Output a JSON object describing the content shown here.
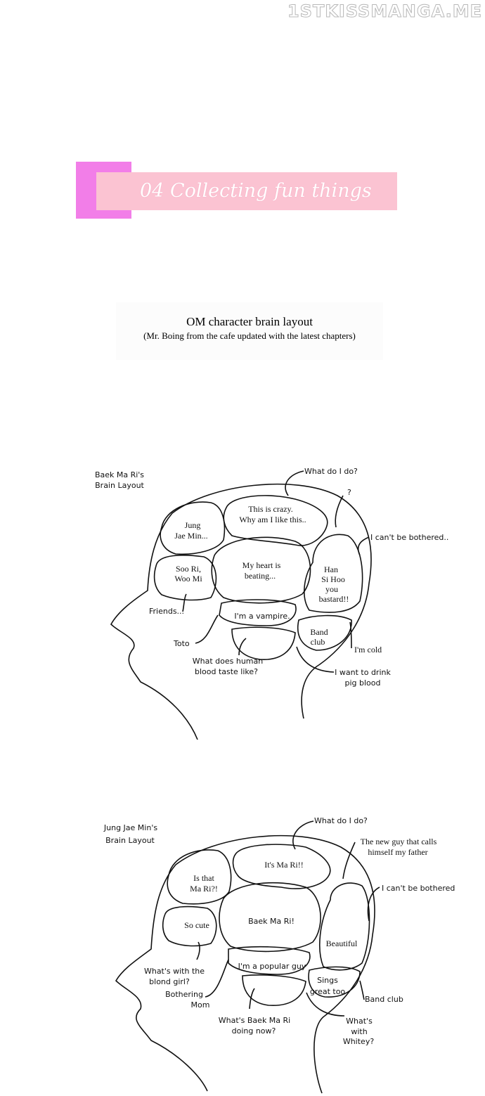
{
  "watermark": "1STKISSMANGA.ME",
  "banner": {
    "title": "04 Collecting fun things"
  },
  "intro": {
    "title": "OM character brain layout",
    "subtitle": "(Mr. Boing from the cafe updated with the latest chapters)"
  },
  "diagram1": {
    "heading_line1": "Baek Ma Ri's",
    "heading_line2": "Brain Layout",
    "lobes": {
      "top_l1": "This is crazy.",
      "top_l2": "Why am I like this..",
      "left_l1": "Jung",
      "left_l2": "Jae Min...",
      "friends_l1": "Soo Ri,",
      "friends_l2": "Woo Mi",
      "center_l1": "My heart is",
      "center_l2": "beating...",
      "right_l1": "Han",
      "right_l2": "Si Hoo",
      "right_l3": "you",
      "right_l4": "bastard!!",
      "vamp": "I'm a vampire.",
      "band_l1": "Band",
      "band_l2": "club"
    },
    "callouts": {
      "what_do_i_do": "What do I do?",
      "question": "?",
      "cant_be_bothered": "I can't be bothered..",
      "friends": "Friends...",
      "toto": "Toto",
      "blood_l1": "What does human",
      "blood_l2": "blood taste like?",
      "cold": "I'm cold",
      "pig_l1": "I want to drink",
      "pig_l2": "pig blood"
    }
  },
  "diagram2": {
    "heading_line1": "Jung Jae Min's",
    "heading_line2": "Brain Layout",
    "lobes": {
      "top": "It's Ma Ri!!",
      "left_l1": "Is that",
      "left_l2": "Ma Ri?!",
      "cute": "So cute",
      "center": "Baek Ma Ri!",
      "right": "Beautiful",
      "popular": "I'm a popular guy",
      "sings_l1": "Sings",
      "sings_l2": "great too"
    },
    "callouts": {
      "what_do_i_do": "What do I do?",
      "father_l1": "The new guy that calls",
      "father_l2": "himself my father",
      "cant_be_bothered": "I can't be bothered",
      "blond_l1": "What's with the",
      "blond_l2": "blond girl?",
      "mom_l1": "Bothering",
      "mom_l2": "Mom",
      "doing_l1": "What's Baek Ma Ri",
      "doing_l2": "doing now?",
      "band_club": "Band club",
      "whitey_l1": "What's",
      "whitey_l2": "with",
      "whitey_l3": "Whitey?"
    }
  }
}
